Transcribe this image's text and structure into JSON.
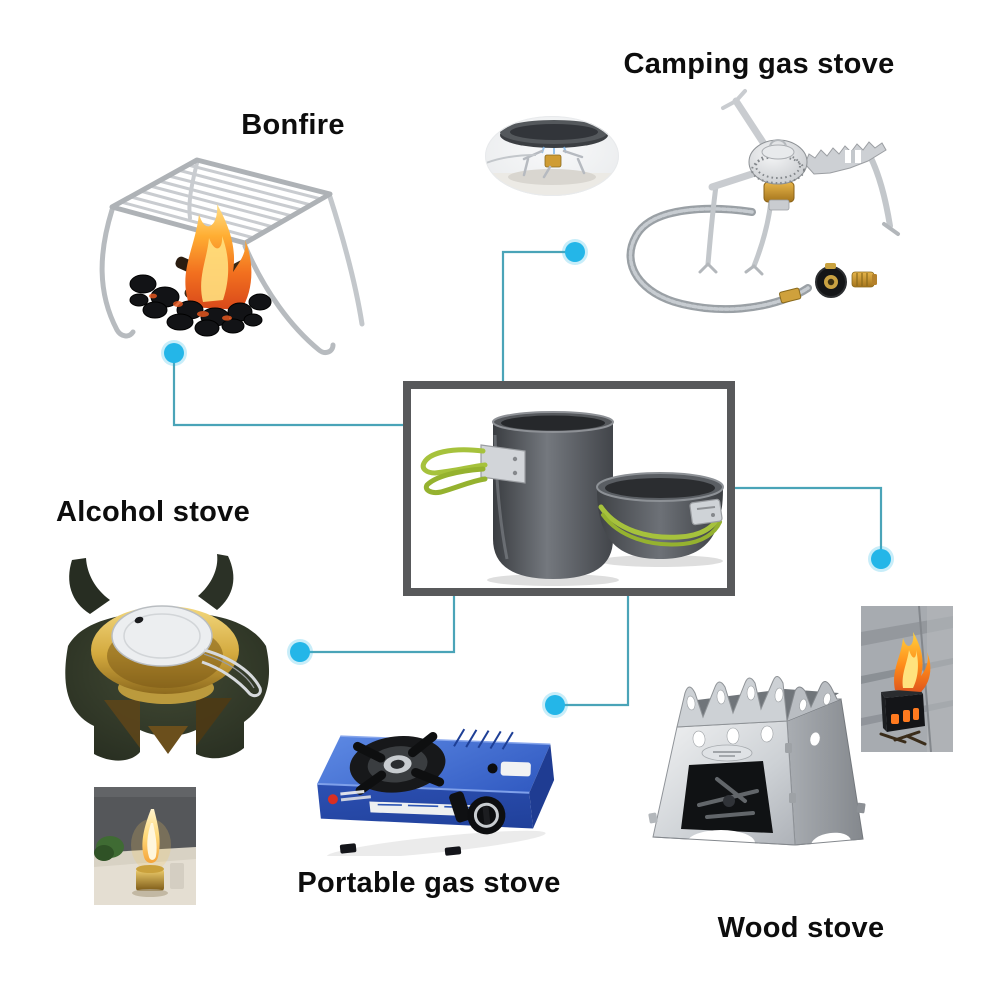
{
  "colors": {
    "background": "#ffffff",
    "connector_line": "#4aa4b8",
    "connector_dot": "#24b6e8",
    "center_box_border": "#58595b",
    "label_text": "#0d0d0d",
    "handle_green": "#a6c23c",
    "stove_blue": "#2f58c0"
  },
  "center_box": {
    "image": "camping-cookware-set",
    "image_alt": "Anodized camping pot and bowl with green folding wire handles"
  },
  "nodes": [
    {
      "id": "bonfire",
      "label": "Bonfire",
      "image": "bonfire-grill",
      "image_alt": "Folding stainless camp grill standing over burning logs and coals"
    },
    {
      "id": "camping-gas-stove",
      "label": "Camping gas stove",
      "image": "camping-gas-stove",
      "image_alt": "Folding camping gas burner with braided fuel hose and canister regulator",
      "inset_alt": "Camping gas stove heating a pan"
    },
    {
      "id": "alcohol-stove",
      "label": "Alcohol stove",
      "image": "alcohol-stove",
      "image_alt": "Brass alcohol burner seated in a dark pot stand",
      "inset_alt": "Lit brass alcohol stove with tall flame on a table"
    },
    {
      "id": "portable-gas-stove",
      "label": "Portable gas stove",
      "image": "portable-cassette-stove",
      "image_alt": "Blue portable cassette gas stove with black burner and control knob"
    },
    {
      "id": "wood-stove",
      "label": "Wood stove",
      "image": "folding-wood-stove",
      "image_alt": "Stainless steel folding wood stove with flame-shaped top",
      "inset_alt": "Wood stove burning on stone pavement"
    }
  ]
}
